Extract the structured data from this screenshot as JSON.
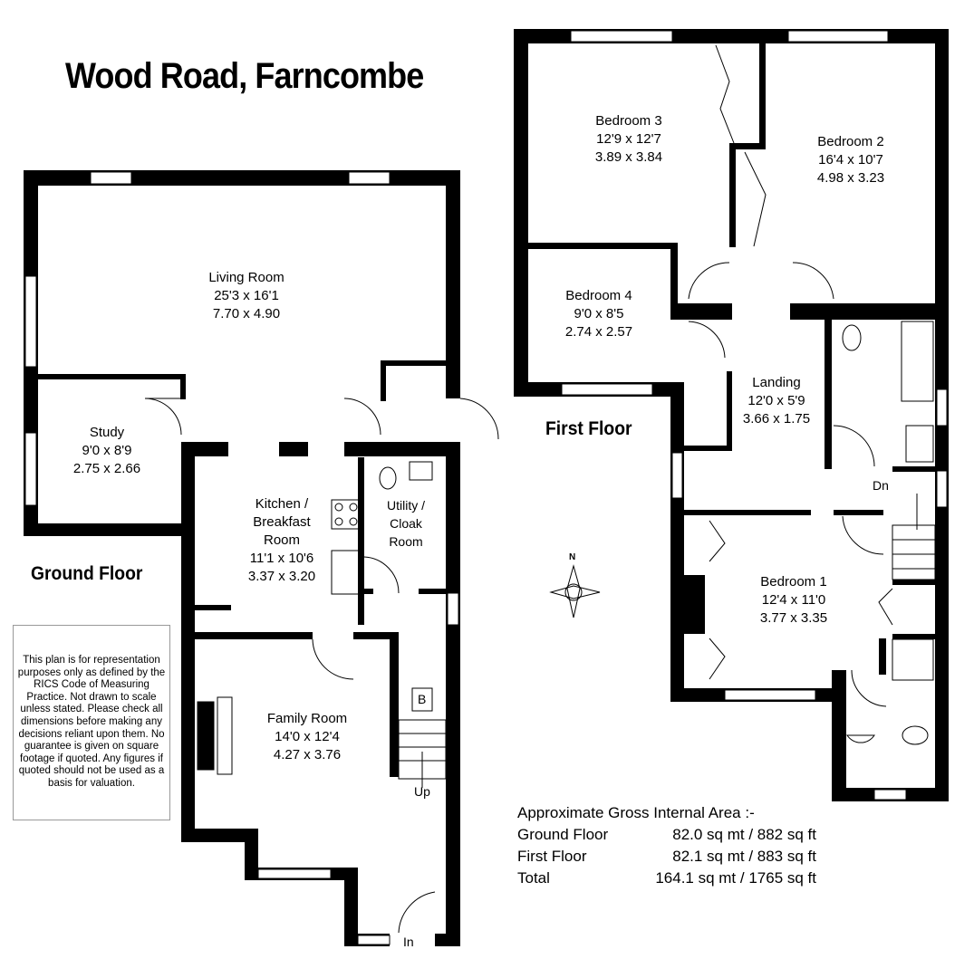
{
  "title": "Wood Road, Farncombe",
  "floors": {
    "ground": "Ground Floor",
    "first": "First Floor"
  },
  "rooms": {
    "living": {
      "name": "Living Room",
      "imperial": "25'3 x 16'1",
      "metric": "7.70 x 4.90"
    },
    "study": {
      "name": "Study",
      "imperial": "9'0 x 8'9",
      "metric": "2.75 x 2.66"
    },
    "kitchen": {
      "name1": "Kitchen /",
      "name2": "Breakfast",
      "name3": "Room",
      "imperial": "11'1 x 10'6",
      "metric": "3.37 x 3.20"
    },
    "utility": {
      "name1": "Utility /",
      "name2": "Cloak",
      "name3": "Room"
    },
    "family": {
      "name": "Family Room",
      "imperial": "14'0 x 12'4",
      "metric": "4.27 x 3.76"
    },
    "bed3": {
      "name": "Bedroom 3",
      "imperial": "12'9 x 12'7",
      "metric": "3.89 x 3.84"
    },
    "bed2": {
      "name": "Bedroom 2",
      "imperial": "16'4 x 10'7",
      "metric": "4.98 x 3.23"
    },
    "bed4": {
      "name": "Bedroom 4",
      "imperial": "9'0 x 8'5",
      "metric": "2.74 x 2.57"
    },
    "landing": {
      "name": "Landing",
      "imperial": "12'0 x 5'9",
      "metric": "3.66 x 1.75"
    },
    "bed1": {
      "name": "Bedroom 1",
      "imperial": "12'4 x 11'0",
      "metric": "3.77 x 3.35"
    }
  },
  "labels": {
    "up": "Up",
    "in": "In",
    "dn": "Dn",
    "boiler": "B",
    "north": "N"
  },
  "disclaimer": "This plan is for representation purposes only as defined by the RICS Code of Measuring Practice. Not drawn to scale unless stated. Please check all dimensions before making any decisions reliant upon them. No guarantee is given on square footage if quoted. Any figures if quoted should not be used as a basis for valuation.",
  "area": {
    "heading": "Approximate Gross Internal Area  :-",
    "rows": [
      {
        "label": "Ground Floor",
        "value": "82.0 sq mt  / 882 sq ft"
      },
      {
        "label": "First Floor",
        "value": "82.1 sq mt  / 883 sq ft"
      },
      {
        "label": "Total",
        "value": "164.1 sq mt  / 1765 sq ft"
      }
    ]
  }
}
